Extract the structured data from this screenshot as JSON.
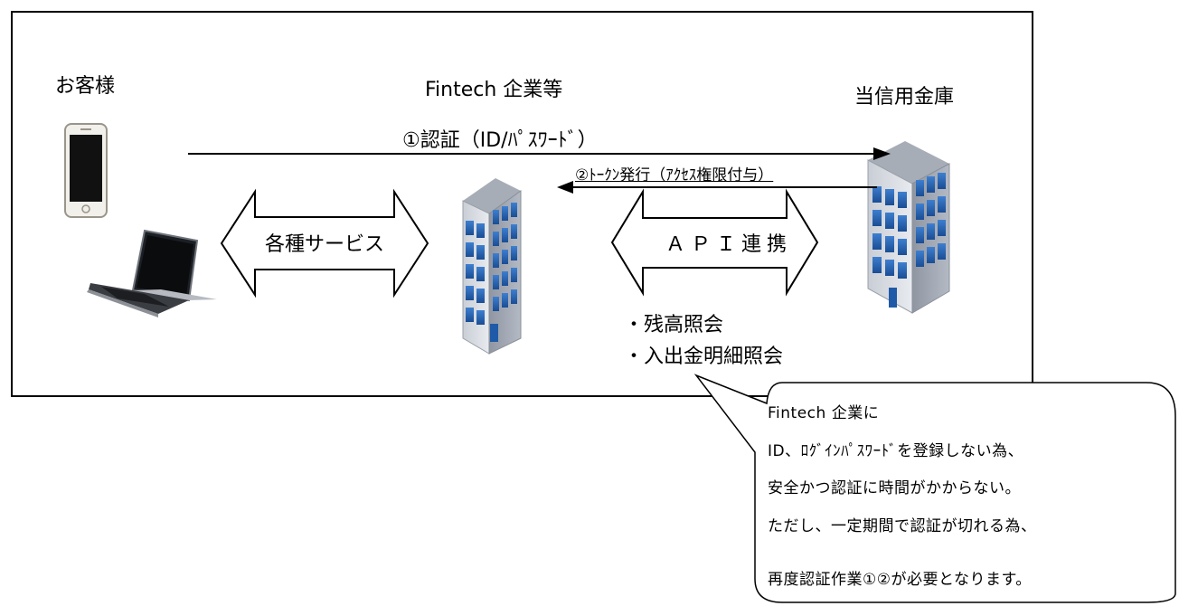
{
  "customer_label": "お客様",
  "fintech_label": "Fintech 企業等",
  "bank_label": "当信用金庫",
  "flow1_label": "①認証（ID/ﾊﾟｽﾜｰﾄﾞ）",
  "flow2_label": "②ﾄｰｸﾝ発行（ｱｸｾｽ権限付与）",
  "services_label": "各種サービス",
  "api_label": "ＡＰＩ連携",
  "api_functions": [
    "・残高照会",
    "・入出金明細照会"
  ],
  "callout_lines": [
    "Fintech 企業に",
    "ID、ﾛｸﾞｲﾝﾊﾟｽﾜｰﾄﾞを登録しない為、",
    "安全かつ認証に時間がかからない。",
    "ただし、一定期間で認証が切れる為、",
    "再度認証作業①②が必要となります。"
  ],
  "icons": [
    "smartphone-icon",
    "laptop-icon",
    "fintech-building-icon",
    "bank-building-icon"
  ]
}
